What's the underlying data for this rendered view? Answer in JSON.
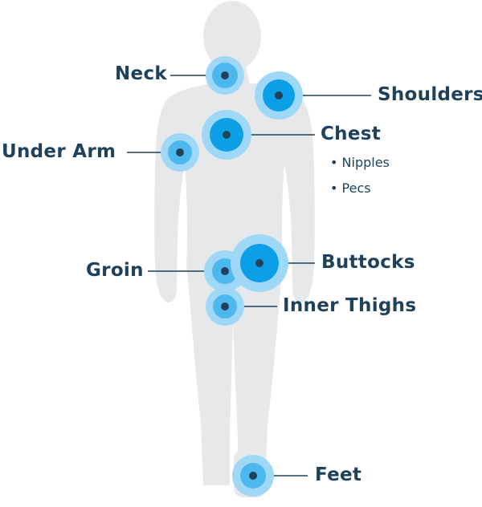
{
  "colors": {
    "background": "#ffffff",
    "silhouette": "#e6e8ea",
    "ring_outer": "#9fd8f6",
    "ring_middle": "#4cb8ee",
    "ring_inner": "#0a9fe6",
    "center_dot": "#1f4159",
    "leader_line": "#1f4159",
    "label_text": "#1f4159"
  },
  "labels": {
    "neck": "Neck",
    "shoulders": "Shoulders",
    "chest": "Chest",
    "chest_sub_1": "• Nipples",
    "chest_sub_2": "• Pecs",
    "under_arm": "Under Arm",
    "groin": "Groin",
    "buttocks": "Buttocks",
    "inner_thighs": "Inner Thighs",
    "feet": "Feet"
  },
  "hotspot_icon": "concentric-target-icon",
  "figure_icon": "human-body-silhouette-icon"
}
